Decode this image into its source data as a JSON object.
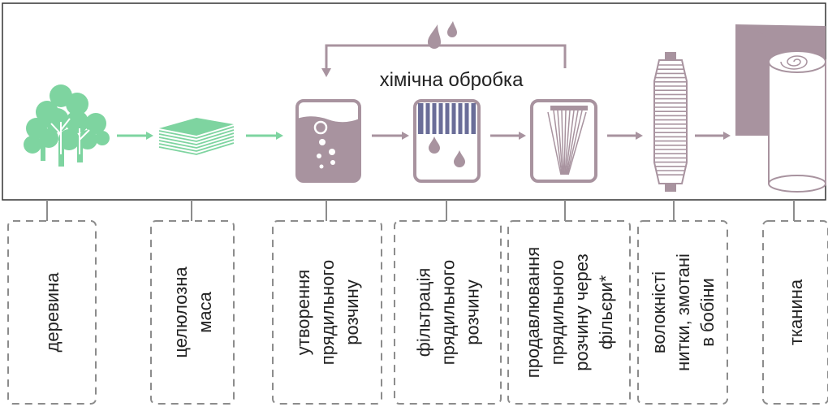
{
  "process": {
    "feedback_label": "хімічна обробка",
    "steps": [
      {
        "id": "wood",
        "lines": [
          "деревина"
        ]
      },
      {
        "id": "pulp",
        "lines": [
          "целюлозна",
          "маса"
        ]
      },
      {
        "id": "solution",
        "lines": [
          "утворення",
          "прядильного",
          "розчину"
        ]
      },
      {
        "id": "filtration",
        "lines": [
          "фільтрація",
          "прядильного",
          "розчину"
        ]
      },
      {
        "id": "extrusion",
        "lines": [
          "продавлювання",
          "прядильного",
          "розчину через",
          "фільєри*"
        ]
      },
      {
        "id": "fibers",
        "lines": [
          "волокністі",
          "нитки, змотані",
          "в бобіни"
        ]
      },
      {
        "id": "fabric",
        "lines": [
          "тканина"
        ]
      }
    ]
  },
  "colors": {
    "green": "#7ed4a0",
    "mauve": "#a8939f",
    "frame": "#333333",
    "dash": "#8c8c8c"
  }
}
